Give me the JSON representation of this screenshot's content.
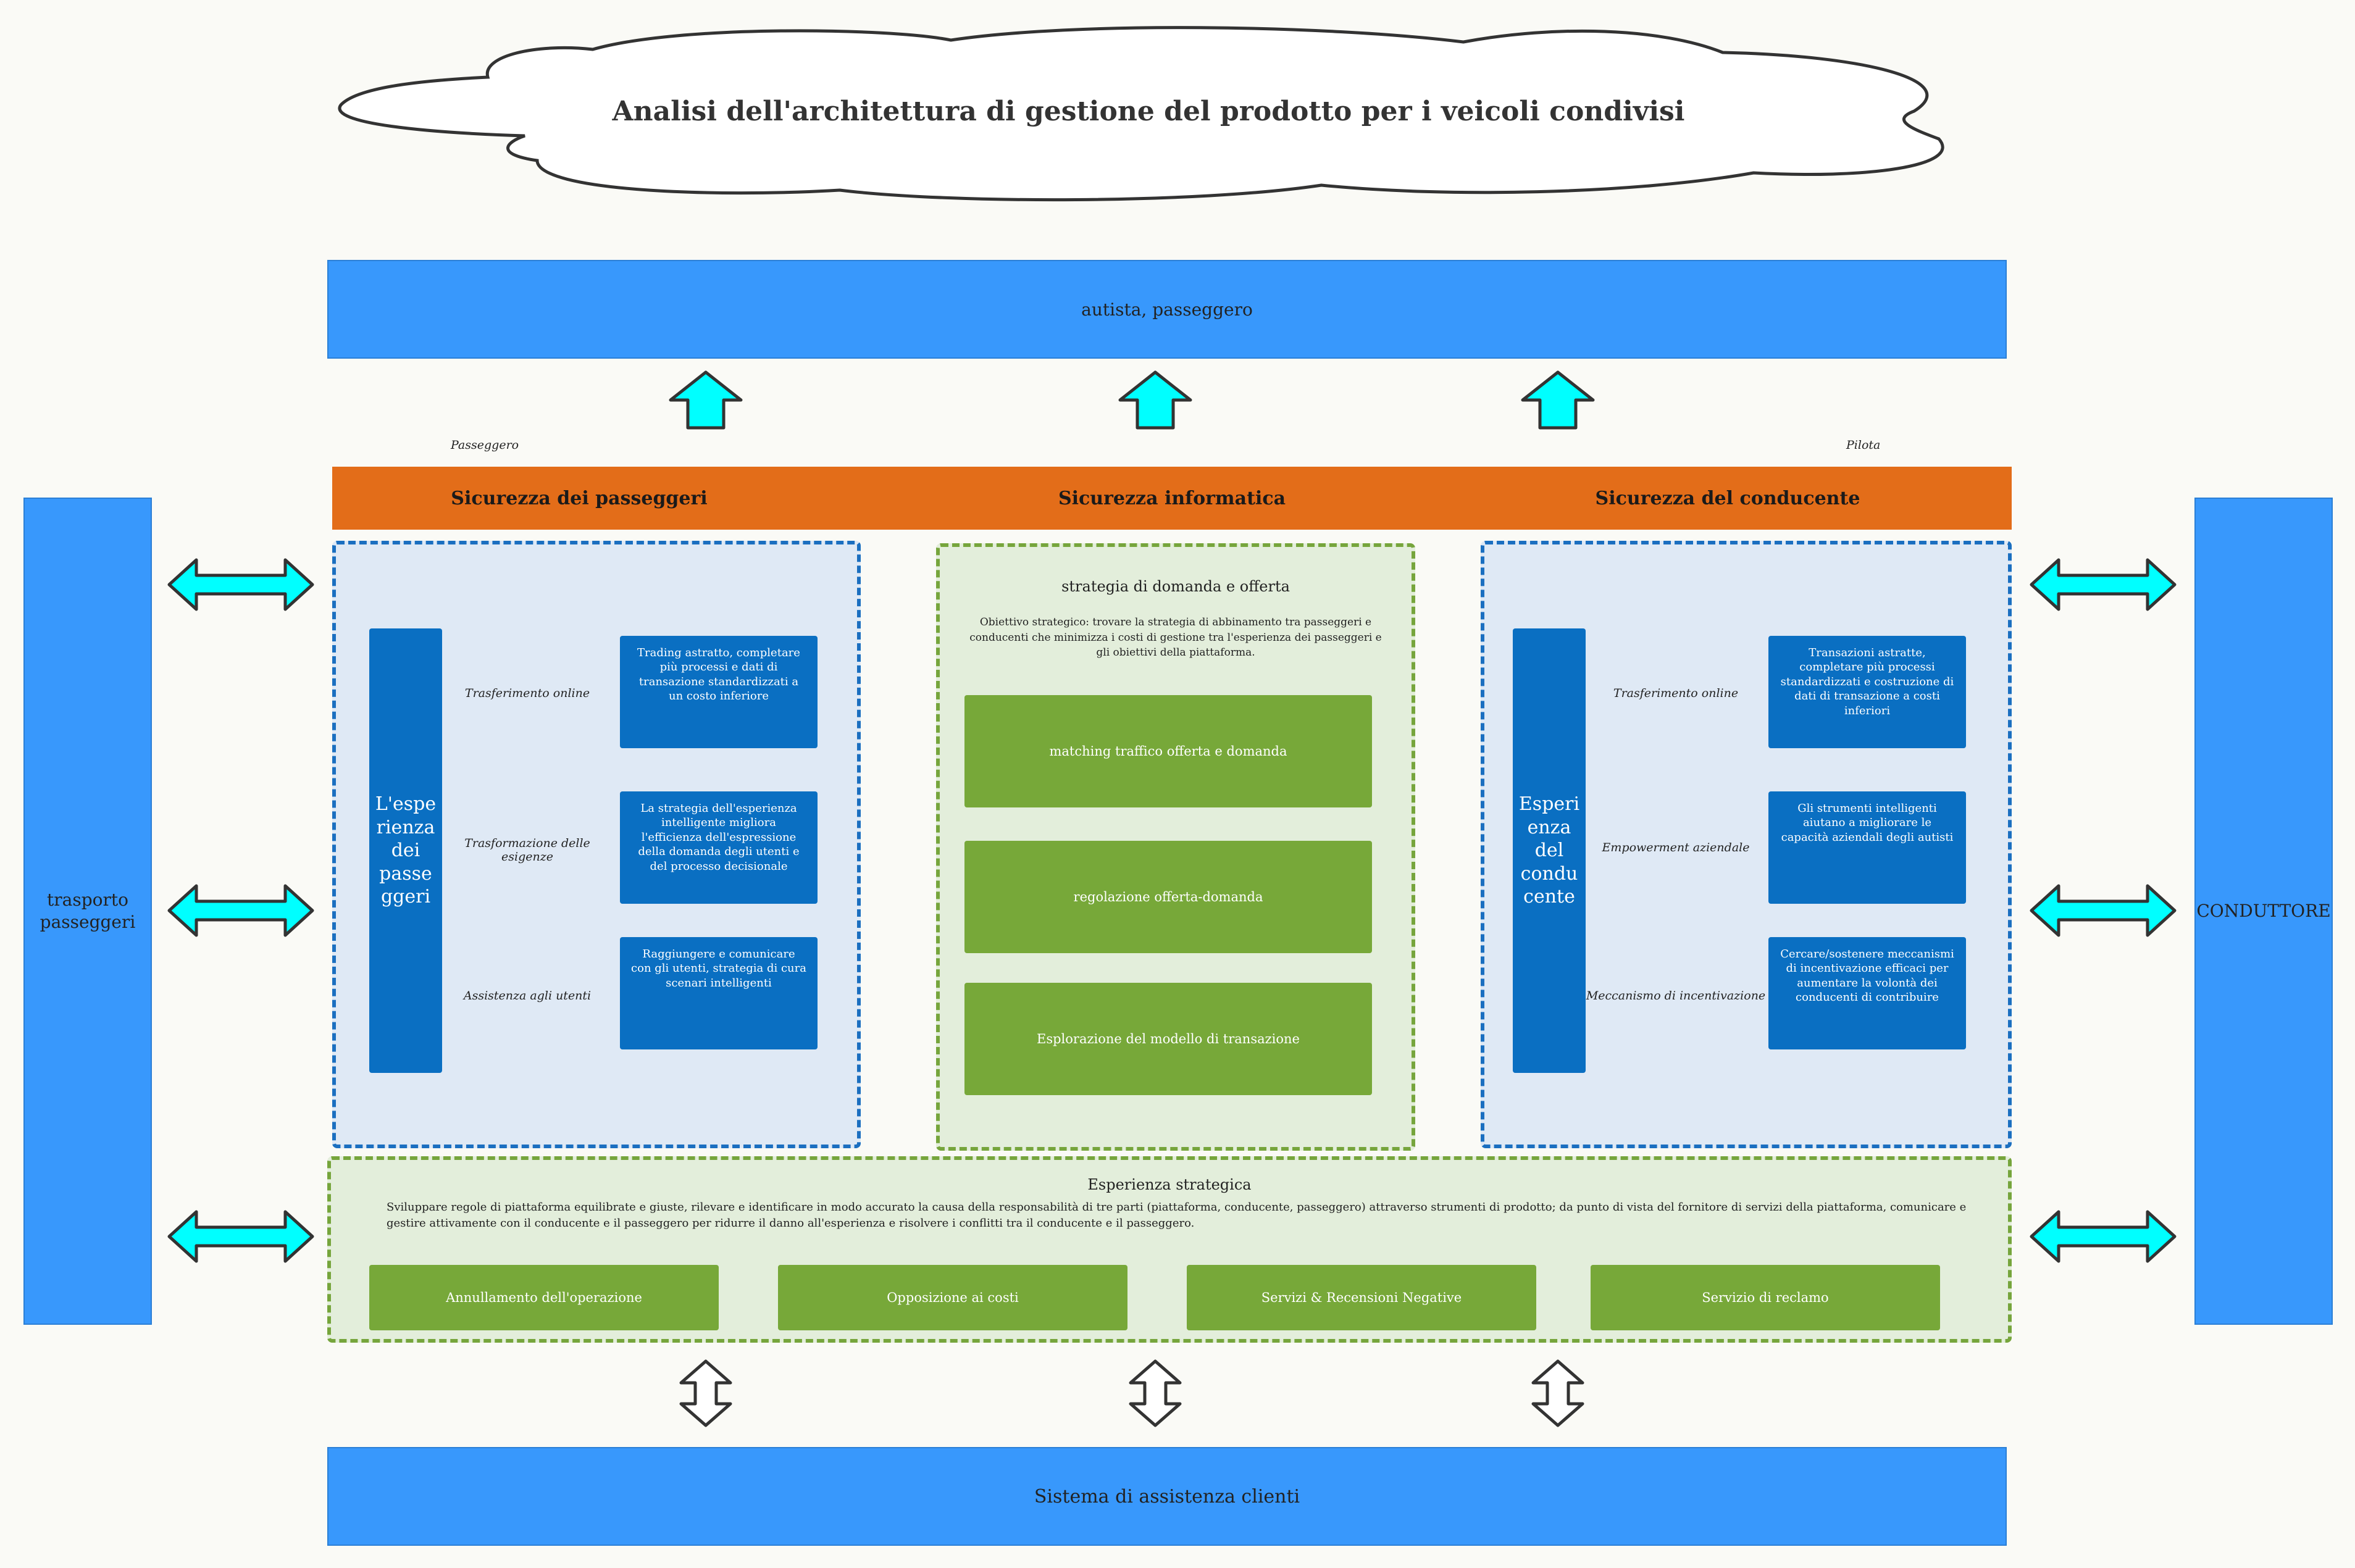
{
  "title": "Analisi dell'architettura di gestione del prodotto per i veicoli condivisi",
  "top_bar": "autista, passeggero",
  "bottom_bar": "Sistema di assistenza clienti",
  "left_side": "trasporto passeggeri",
  "right_side": "CONDUTTORE",
  "label_passenger": "Passeggero",
  "label_pilot": "Pilota",
  "headers": {
    "passenger_security": "Sicurezza dei passeggeri",
    "it_security": "Sicurezza informatica",
    "driver_security": "Sicurezza del conducente"
  },
  "passenger_panel": {
    "tab": "L'espe rienza dei passe ggeri",
    "rows": [
      {
        "label": "Trasferimento online",
        "text": "Trading astratto, completare più processi e dati di transazione standardizzati a un costo inferiore"
      },
      {
        "label": "Trasformazione delle esigenze",
        "text": "La strategia dell'esperienza intelligente migliora l'efficienza dell'espressione della domanda degli utenti e del processo decisionale"
      },
      {
        "label": "Assistenza agli utenti",
        "text": "Raggiungere e comunicare con gli utenti, strategia di cura scenari intelligenti"
      }
    ]
  },
  "strategy_panel": {
    "title": "strategia di domanda e offerta",
    "description": "Obiettivo strategico: trovare la strategia di abbinamento tra passeggeri e conducenti che minimizza i costi di gestione tra l'esperienza dei passeggeri e gli obiettivi della piattaforma.",
    "buttons": [
      "matching traffico offerta e domanda",
      "regolazione offerta-domanda",
      "Esplorazione del modello di transazione"
    ]
  },
  "driver_panel": {
    "tab": "Esperi enza del condu cente",
    "rows": [
      {
        "label": "Trasferimento online",
        "text": "Transazioni astratte, completare più processi standardizzati e costruzione di dati di transazione a costi inferiori"
      },
      {
        "label": "Empowerment aziendale",
        "text": "Gli strumenti intelligenti aiutano a migliorare le capacità aziendali degli autisti"
      },
      {
        "label": "Meccanismo di incentivazione",
        "text": "Cercare/sostenere meccanismi di incentivazione efficaci per aumentare la volontà dei conducenti di contribuire"
      }
    ]
  },
  "experience_panel": {
    "title": "Esperienza strategica",
    "description": "Sviluppare regole di piattaforma equilibrate e giuste, rilevare e identificare in modo accurato la causa della responsabilità di tre parti (piattaforma, conducente, passeggero) attraverso strumenti di prodotto; da punto di vista del fornitore di servizi della piattaforma, comunicare e gestire attivamente con il conducente e il passeggero per ridurre il danno all'esperienza e risolvere i conflitti tra il conducente e il passeggero.",
    "buttons": [
      "Annullamento dell'operazione",
      "Opposizione ai costi",
      "Servizi & Recensioni Negative",
      "Servizio di reclamo"
    ]
  },
  "colors": {
    "blue_bar": "#3898fc",
    "orange_header": "#e36d19",
    "dark_blue": "#0a6fc2",
    "green": "#77a839",
    "arrow_cyan": "#00ffff"
  }
}
